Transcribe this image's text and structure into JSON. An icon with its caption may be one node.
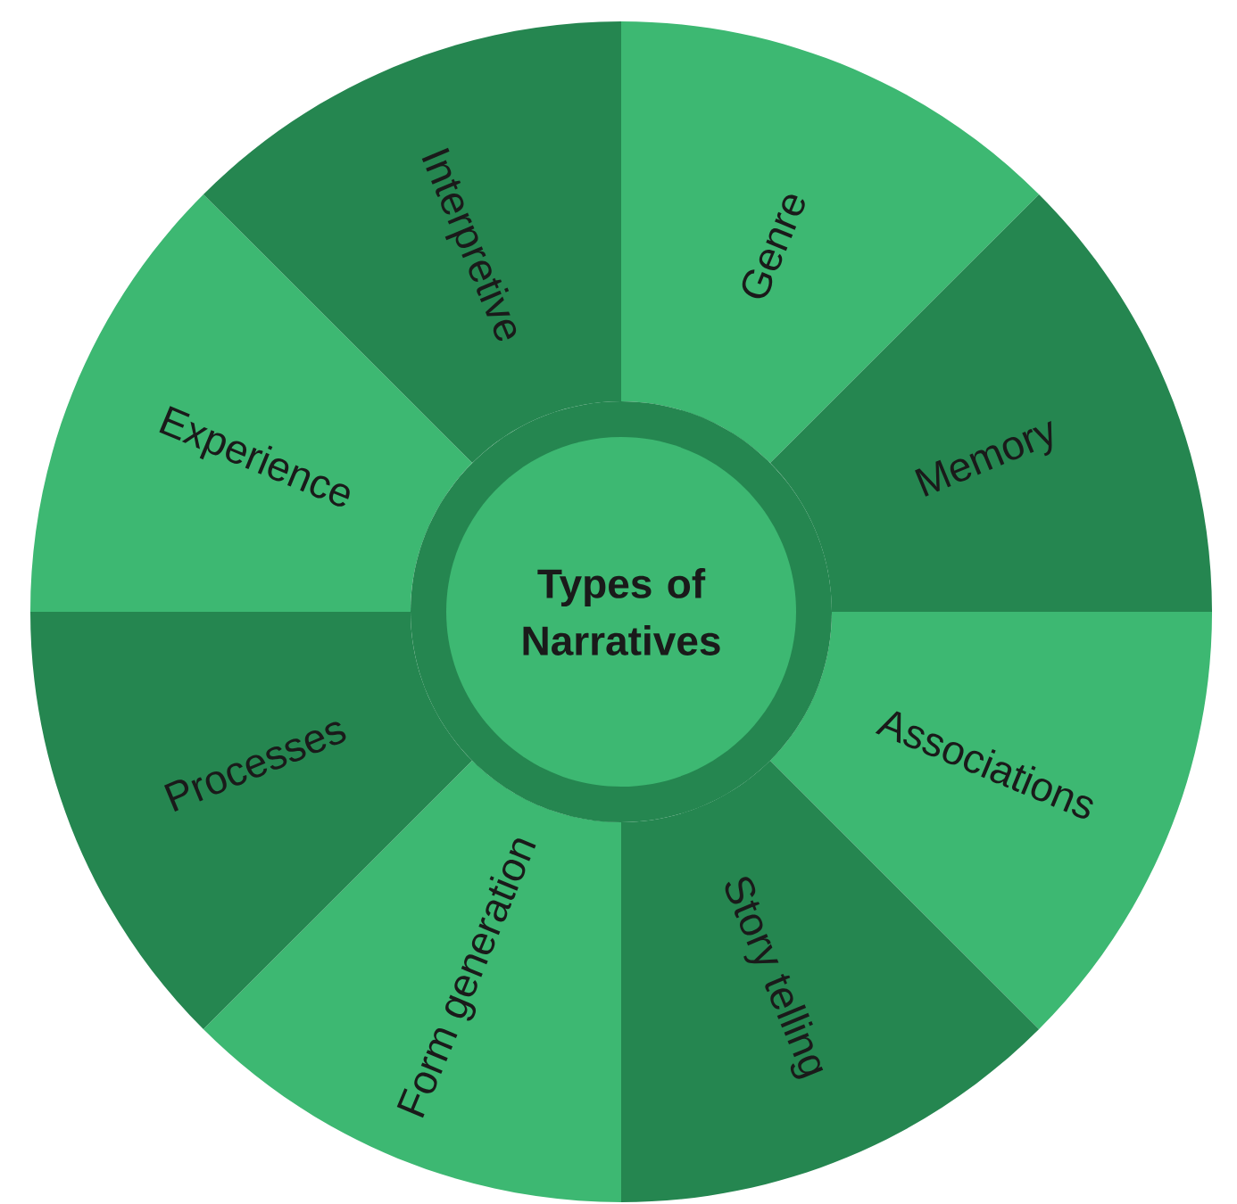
{
  "diagram": {
    "nodes": [
      {
        "text": [
          "Types of Narratives"
        ]
      },
      {
        "text": [
          "Genre"
        ]
      },
      {
        "text": [
          "Memory"
        ]
      },
      {
        "text": [
          "Associations"
        ]
      },
      {
        "text": [
          "Story telling"
        ]
      },
      {
        "text": [
          "Form generation"
        ]
      },
      {
        "text": [
          "Processes"
        ]
      },
      {
        "text": [
          "Experience"
        ]
      },
      {
        "text": [
          "Interpretive"
        ]
      }
    ]
  }
}
